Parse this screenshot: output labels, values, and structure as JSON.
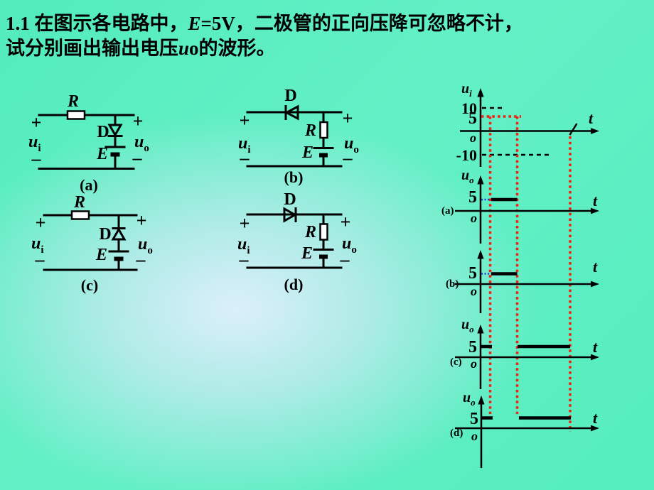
{
  "colors": {
    "background_green": "#55edbd",
    "background_center": "#dceefb",
    "line_black": "#000000",
    "marker_red": "#ee2211",
    "leader_blue": "#2233cc",
    "resistor_fill": "#ffffff"
  },
  "title": {
    "l1a": "1.1 在图示各电路中，",
    "l1b": "E",
    "l1c": "=5V，二极管的正向压降可忽略不计，",
    "l2a": "试分别画出输出电压",
    "l2b": "u",
    "l2c": "o",
    "l2d": "的波形。"
  },
  "sym": {
    "R": "R",
    "D": "D",
    "E": "E",
    "u": "u",
    "sub_i": "i",
    "sub_o": "o",
    "plus": "+",
    "minus": "–",
    "t": "t",
    "origin": "o",
    "five": "5",
    "ten": "10",
    "neg_ten": "-10"
  },
  "captions": {
    "a": "(a)",
    "b": "(b)",
    "c": "(c)",
    "d": "(d)"
  },
  "chart_data": [
    {
      "type": "line",
      "name": "ui-input",
      "ylabel": "ui",
      "xlabel": "t",
      "yticks": [
        "10",
        "5",
        "o",
        "-10"
      ],
      "notes": [
        "black dashed reference level at +10",
        "black dashed reference level at -10",
        "red dotted level line at +5 from axis to t2",
        "red dotted vertical time markers at t1 and t2 (from +5 level) and t3 (from axis)",
        "axis break mark on t axis before t3"
      ]
    },
    {
      "type": "line",
      "name": "uo-a",
      "ylabel": "uo",
      "xlabel": "t",
      "yticks": [
        "5",
        "o"
      ],
      "level5_segments": [
        [
          "t1",
          "t2"
        ]
      ],
      "leader": "blue dotted from axis to t1 at level 5"
    },
    {
      "type": "line",
      "name": "uo-b",
      "ylabel": "",
      "xlabel": "t",
      "yticks": [
        "5",
        "o"
      ],
      "level5_segments": [
        [
          "t1",
          "t2"
        ]
      ],
      "leader": "blue dotted from axis to t1 at level 5"
    },
    {
      "type": "line",
      "name": "uo-c",
      "ylabel": "uo",
      "xlabel": "t",
      "yticks": [
        "5",
        "o"
      ],
      "level5_segments": [
        [
          "0",
          "t1"
        ],
        [
          "t2",
          "t3"
        ]
      ]
    },
    {
      "type": "line",
      "name": "uo-d",
      "ylabel": "uo",
      "xlabel": "t",
      "yticks": [
        "5",
        "o"
      ],
      "level5_segments": [
        [
          "0",
          "t1"
        ],
        [
          "t2",
          "t3"
        ]
      ]
    }
  ]
}
